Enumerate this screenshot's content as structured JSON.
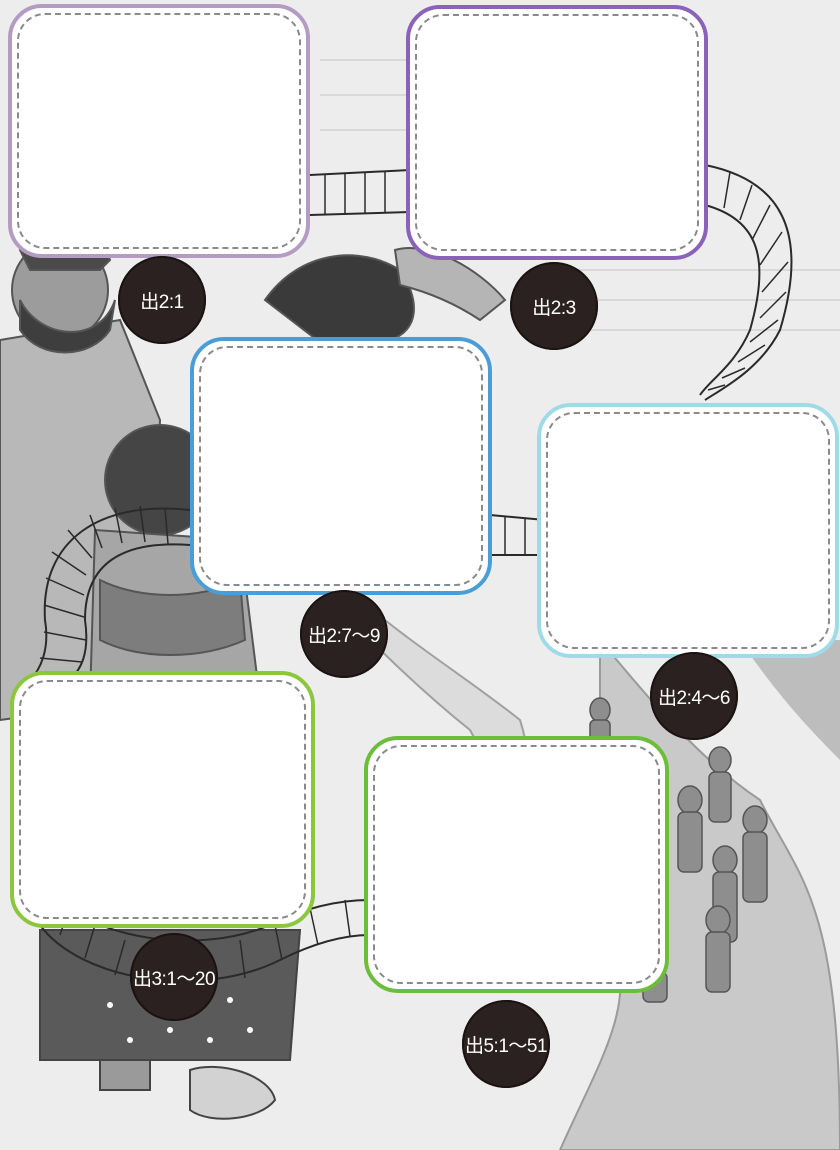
{
  "boxes": [
    {
      "id": "box-1",
      "ref": "出2:1",
      "color": "#b39bc2"
    },
    {
      "id": "box-2",
      "ref": "出2:3",
      "color": "#8a62b8"
    },
    {
      "id": "box-3",
      "ref": "出2:7～9",
      "color": "#4a9ed8"
    },
    {
      "id": "box-4",
      "ref": "出2:4～6",
      "color": "#9fdbe6"
    },
    {
      "id": "box-5",
      "ref": "出3:1～20",
      "color": "#8cc63f"
    },
    {
      "id": "box-6",
      "ref": "出5:1～51",
      "color": "#6bbd3a"
    }
  ],
  "badge_color": "#2b2120",
  "path_style": "ladder-track"
}
